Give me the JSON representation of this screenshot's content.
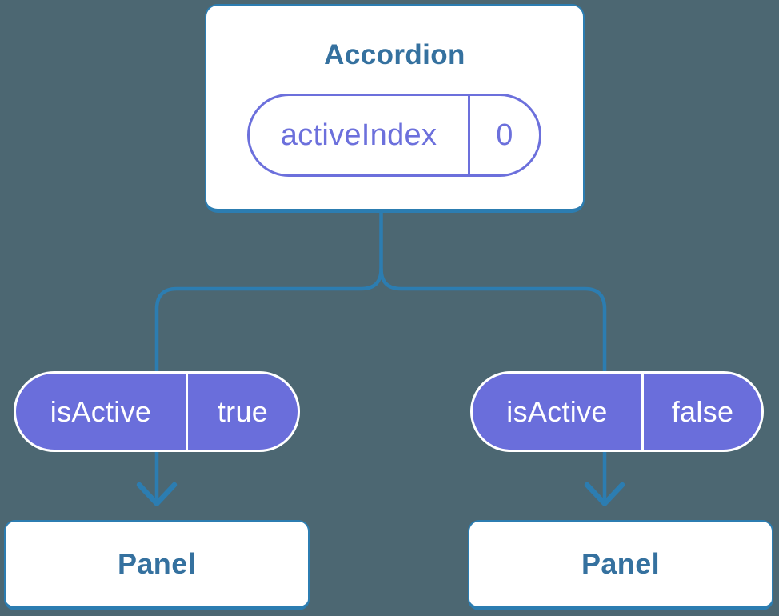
{
  "colors": {
    "background": "#4C6772",
    "connector_blue": "#2C7DB1",
    "heading_blue": "#35719F",
    "pill_purple_fill": "#6A6EDB",
    "pill_purple_outline": "#6C70DC",
    "white": "#FFFFFF"
  },
  "tree": {
    "root": {
      "title": "Accordion",
      "state": {
        "name": "activeIndex",
        "value": "0"
      }
    },
    "branches": [
      {
        "prop": {
          "name": "isActive",
          "value": "true"
        },
        "child": {
          "title": "Panel"
        }
      },
      {
        "prop": {
          "name": "isActive",
          "value": "false"
        },
        "child": {
          "title": "Panel"
        }
      }
    ]
  }
}
